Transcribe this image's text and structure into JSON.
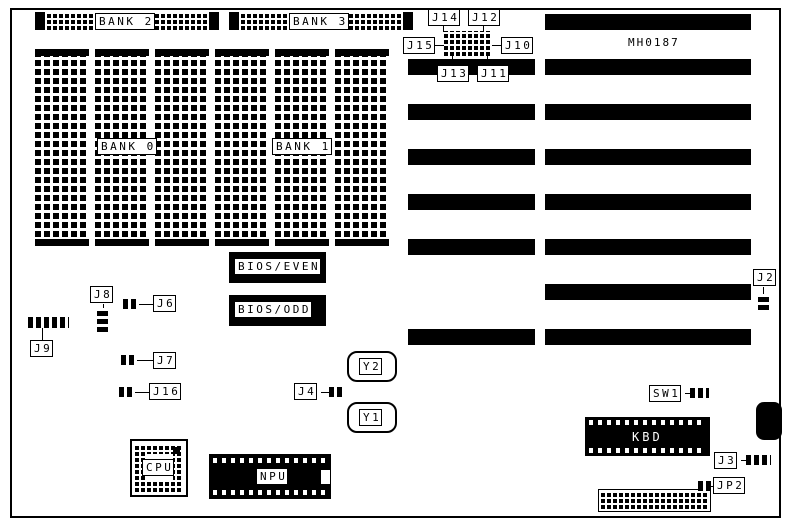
{
  "board": {
    "part_number": "MH0187"
  },
  "memory": {
    "bank0": "BANK 0",
    "bank1": "BANK 1",
    "bank2": "BANK 2",
    "bank3": "BANK 3"
  },
  "chips": {
    "bios_even": "BIOS/EVEN",
    "bios_odd": "BIOS/ODD",
    "cpu": "CPU",
    "npu": "NPU",
    "kbd": "KBD"
  },
  "crystals": {
    "y1": "Y1",
    "y2": "Y2"
  },
  "jumpers": {
    "j2": "J2",
    "j3": "J3",
    "j4": "J4",
    "j6": "J6",
    "j7": "J7",
    "j8": "J8",
    "j9": "J9",
    "j10": "J10",
    "j11": "J11",
    "j12": "J12",
    "j13": "J13",
    "j14": "J14",
    "j15": "J15",
    "j16": "J16",
    "jp2": "JP2",
    "sw1": "SW1"
  },
  "colors": {
    "ink": "#000000",
    "background": "#ffffff"
  }
}
